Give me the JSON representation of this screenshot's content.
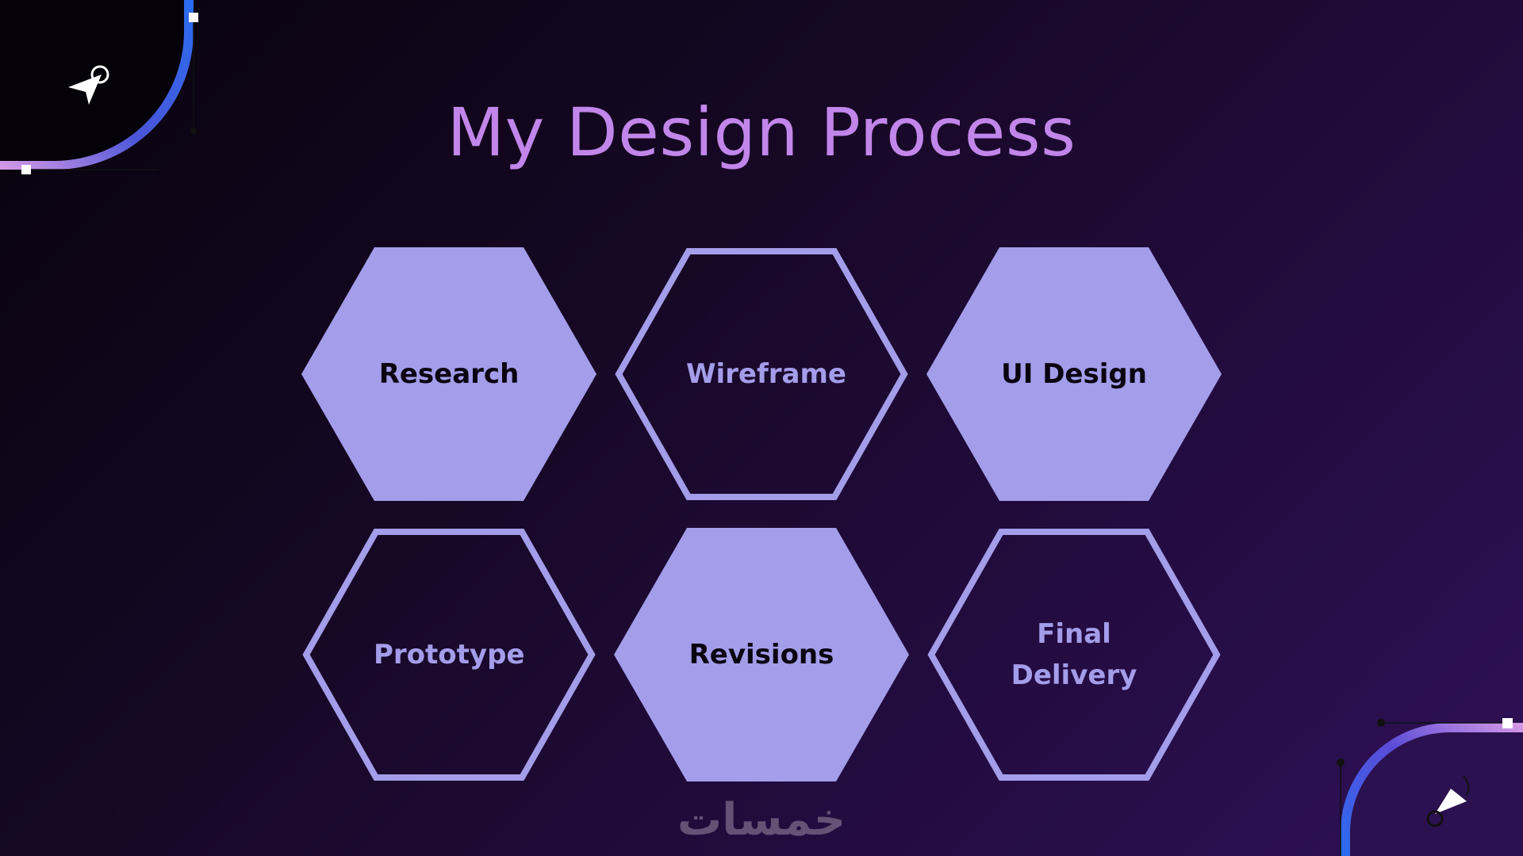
{
  "slide": {
    "title": "My Design Process",
    "watermark": "خمسات"
  },
  "colors": {
    "title": "#c286ea",
    "hex_fill": "#a39dea",
    "hex_outline": "#a39dea",
    "filled_text": "#0a0410",
    "outline_text": "#a39dea"
  },
  "steps": [
    {
      "label": "Research",
      "style": "filled"
    },
    {
      "label": "Wireframe",
      "style": "outline"
    },
    {
      "label": "UI Design",
      "style": "filled"
    },
    {
      "label": "Prototype",
      "style": "outline"
    },
    {
      "label": "Revisions",
      "style": "filled"
    },
    {
      "label": "Final Delivery",
      "style": "outline"
    }
  ],
  "icons": {
    "top_left": "cursor-pointer-icon",
    "bottom_right": "cursor-pointer-icon"
  }
}
